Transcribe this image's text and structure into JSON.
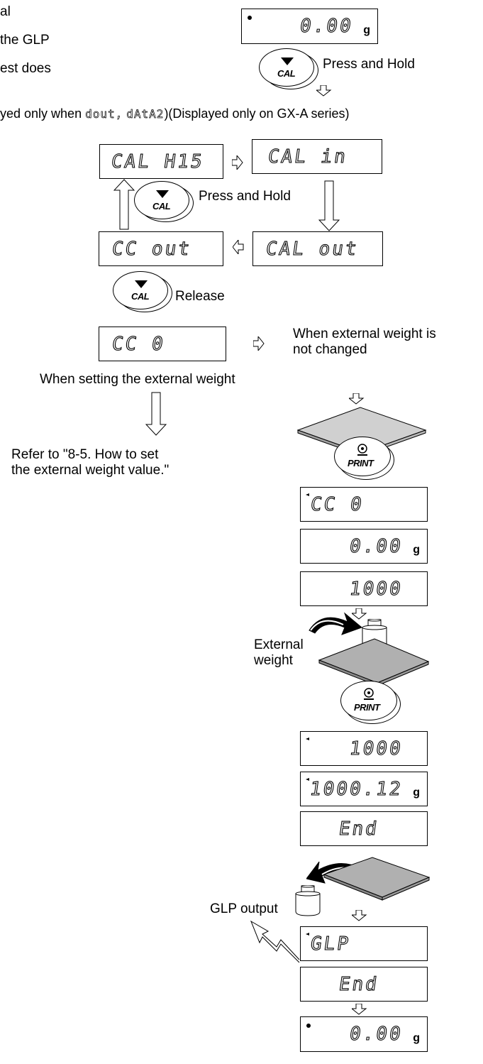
{
  "intro": {
    "line1": "al",
    "line2": "the GLP",
    "line3": "est does"
  },
  "displayed_note": {
    "prefix": "yed only when ",
    "code1": "dout,",
    "code2": "dAtA2",
    "suffix": ")(Displayed only on GX-A series)"
  },
  "instructions": {
    "press_and_hold_1": "Press and Hold",
    "press_and_hold_2": "Press and Hold",
    "release": "Release",
    "not_changed": "When external weight is\nnot changed",
    "setting_external": "When setting the external weight",
    "refer": "Refer to \"8-5. How to set\nthe external weight value.\"",
    "external_weight": "External\nweight",
    "glp_output": "GLP output"
  },
  "buttons": {
    "cal": "CAL",
    "print": "PRINT"
  },
  "displays": {
    "top_zero": "0.00",
    "cal_his": "CAL H15",
    "cal_in": "CAL in",
    "cc_out": "CC out",
    "cal_out": "CAL out",
    "cc_0": "CC  0",
    "cc_0_b": "CC  0",
    "zero_b": "0.00",
    "weight_1000": "1000",
    "weight_1000_b": "1000",
    "weight_1000_12": "1000.12",
    "end_1": "End",
    "glp": "GLP",
    "end_2": "End",
    "final_zero": "0.00",
    "unit": "g"
  }
}
